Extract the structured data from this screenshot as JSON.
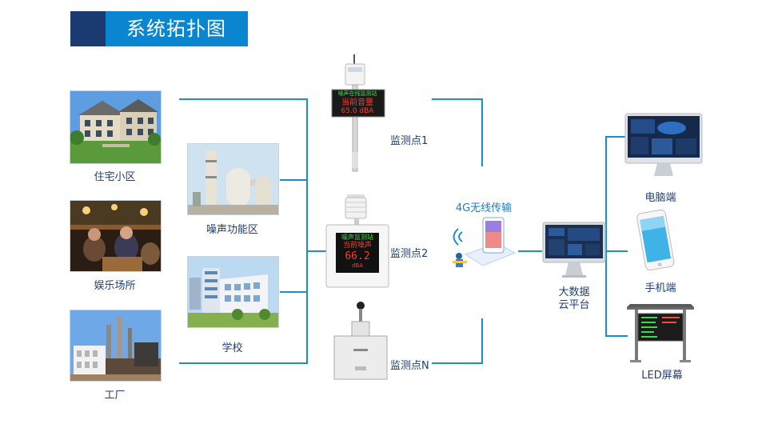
{
  "header": {
    "title": "系统拓扑图"
  },
  "sources": [
    {
      "label": "住宅小区"
    },
    {
      "label": "娱乐场所"
    },
    {
      "label": "工厂"
    },
    {
      "label": "噪声功能区"
    },
    {
      "label": "学校"
    }
  ],
  "monitor_points": [
    {
      "label": "监测点1",
      "screen_title": "噪声在线监测站",
      "screen_line1": "当前音量",
      "screen_line2": "65.0 dBA"
    },
    {
      "label": "监测点2",
      "screen_title": "噪声监测站",
      "screen_line1": "当前噪声",
      "screen_line2": "66.2",
      "screen_unit": "dBA"
    },
    {
      "label": "监测点N"
    }
  ],
  "transmission": {
    "label": "4G无线传输"
  },
  "platform": {
    "line1": "大数据",
    "line2": "云平台"
  },
  "terminals": [
    {
      "label": "电脑端"
    },
    {
      "label": "手机端"
    },
    {
      "label": "LED屏幕"
    }
  ]
}
